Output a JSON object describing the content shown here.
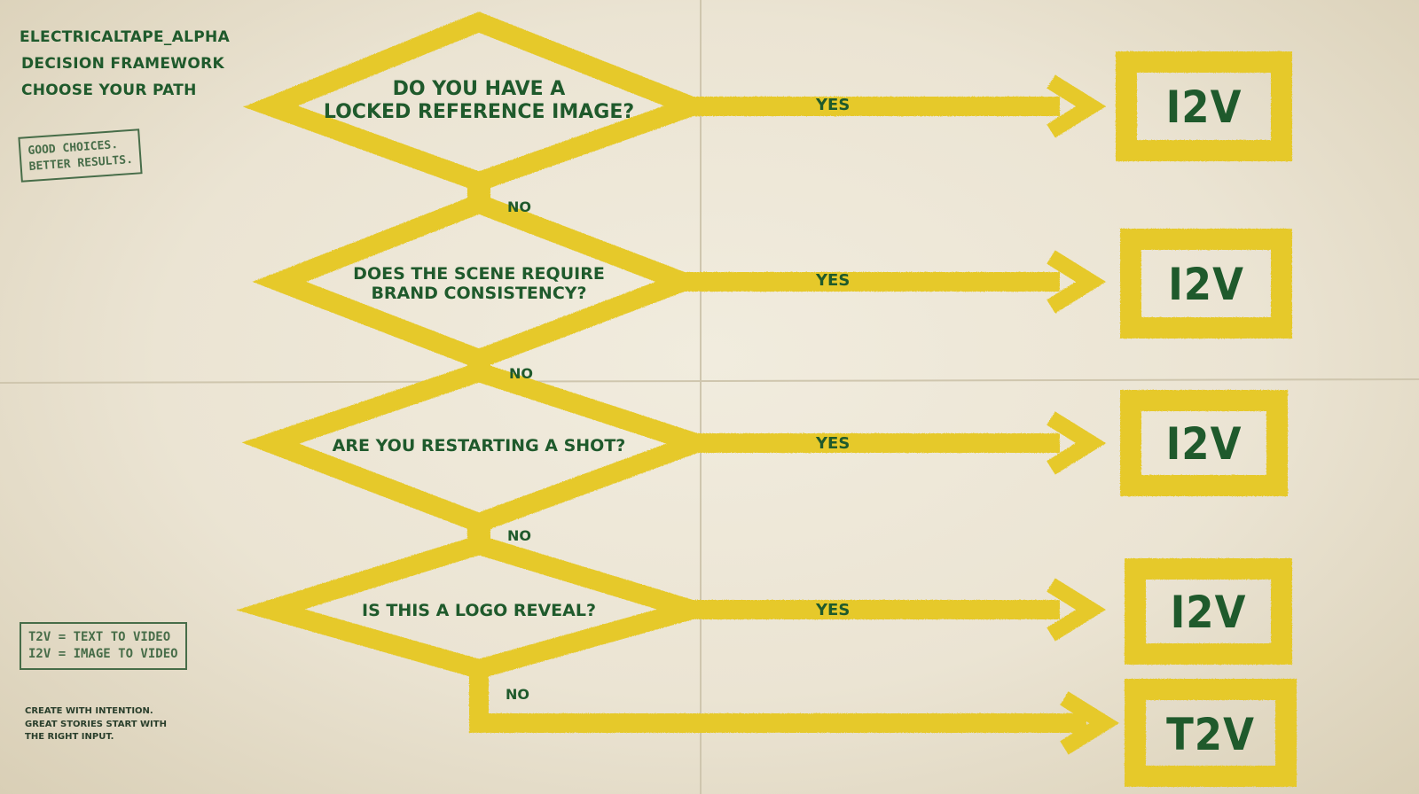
{
  "header": {
    "line1": "ELECTRICALTAPE_ALPHA",
    "line2": "DECISION FRAMEWORK",
    "line3": "CHOOSE YOUR PATH"
  },
  "stamp_top": {
    "line1": "GOOD CHOICES.",
    "line2": "BETTER RESULTS."
  },
  "questions": [
    {
      "line1": "DO YOU HAVE A",
      "line2": "LOCKED REFERENCE IMAGE?",
      "yes": "YES",
      "no": "NO",
      "result": "I2V"
    },
    {
      "line1": "DOES THE SCENE REQUIRE",
      "line2": "BRAND CONSISTENCY?",
      "yes": "YES",
      "no": "NO",
      "result": "I2V"
    },
    {
      "line1": "ARE YOU RESTARTING A SHOT?",
      "line2": "",
      "yes": "YES",
      "no": "NO",
      "result": "I2V"
    },
    {
      "line1": "IS THIS A LOGO REVEAL?",
      "line2": "",
      "yes": "YES",
      "no": "NO",
      "result": "I2V"
    }
  ],
  "final_result": "T2V",
  "legend": {
    "line1": "T2V = TEXT   TO VIDEO",
    "line2": "I2V = IMAGE TO VIDEO"
  },
  "footer": {
    "line1": "CREATE WITH INTENTION.",
    "line2": "GREAT STORIES START WITH",
    "line3": "THE RIGHT INPUT."
  },
  "colors": {
    "tape": "#e8cb2e",
    "tape_edge": "#c9a91c",
    "ink": "#1f5a2c",
    "paper": "#ece6d5"
  }
}
